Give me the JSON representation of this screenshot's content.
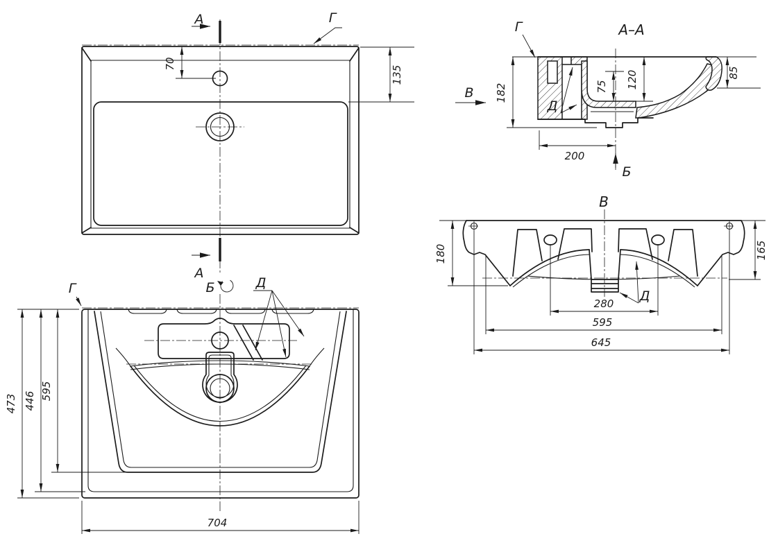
{
  "meta": {
    "sheet_background": "#ffffff",
    "line_color": "#1b1b1b",
    "drawing_type": "washbasin multi-view engineering drawing"
  },
  "plan": {
    "cut_letter_top": "А",
    "cut_letter_bottom": "А",
    "surface_label": "Г",
    "dim_faucet_offset": "70",
    "dim_deck_depth": "135"
  },
  "bottom_view": {
    "surface_label": "Г",
    "view_letter": "Б",
    "detail_label": "Д",
    "dim_overall_depth": "473",
    "dim_inner_depth": "446",
    "dim_basin_depth": "595",
    "dim_overall_width": "704"
  },
  "section_aa": {
    "title": "А–А",
    "surface_label": "Г",
    "view_v_letter": "В",
    "view_b_letter": "Б",
    "detail_label": "Д",
    "dim_total_height": "182",
    "dim_overflow": "75",
    "dim_bowl_depth": "120",
    "dim_front_height": "85",
    "dim_drain_offset": "200"
  },
  "view_v": {
    "title": "В",
    "detail_label": "Д",
    "dim_left_height": "180",
    "dim_right_height": "165",
    "dim_hole_spacing": "280",
    "dim_inner_width": "595",
    "dim_mount_spacing": "645"
  }
}
